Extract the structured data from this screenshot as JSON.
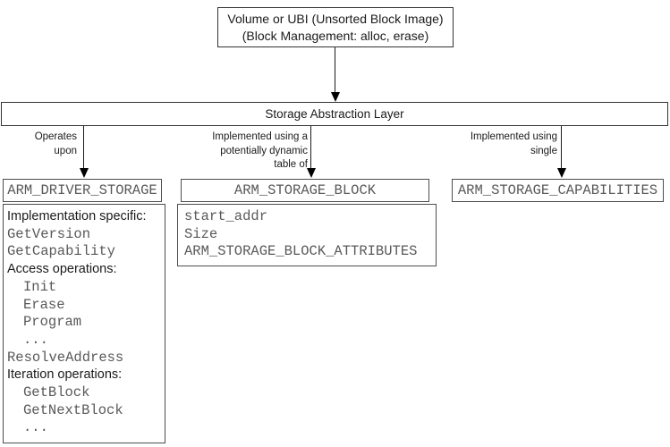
{
  "diagram": {
    "top_box": {
      "line1": "Volume or UBI (Unsorted Block Image)",
      "line2": "(Block Management: alloc, erase)"
    },
    "abstraction_layer": {
      "title": "Storage Abstraction Layer"
    },
    "edges": [
      {
        "target": "ARM_DRIVER_STORAGE",
        "label_lines": [
          "Operates",
          "upon"
        ]
      },
      {
        "target": "ARM_STORAGE_BLOCK",
        "label_lines": [
          "Implemented using a",
          "potentially dynamic",
          "table of"
        ]
      },
      {
        "target": "ARM_STORAGE_CAPABILITIES",
        "label_lines": [
          "Implemented using",
          "single"
        ]
      }
    ],
    "driver_storage": {
      "title": "ARM_DRIVER_STORAGE",
      "lines": [
        {
          "text": "Implementation specific:",
          "style": "label"
        },
        {
          "text": "GetVersion",
          "style": "code"
        },
        {
          "text": "GetCapability",
          "style": "code"
        },
        {
          "text": "Access operations:",
          "style": "label"
        },
        {
          "text": "Init",
          "style": "code-indent"
        },
        {
          "text": "Erase",
          "style": "code-indent"
        },
        {
          "text": "Program",
          "style": "code-indent"
        },
        {
          "text": "...",
          "style": "code-indent"
        },
        {
          "text": "ResolveAddress",
          "style": "code"
        },
        {
          "text": "Iteration operations:",
          "style": "label"
        },
        {
          "text": "GetBlock",
          "style": "code-indent"
        },
        {
          "text": "GetNextBlock",
          "style": "code-indent"
        },
        {
          "text": "...",
          "style": "code-indent"
        }
      ]
    },
    "storage_block": {
      "title": "ARM_STORAGE_BLOCK",
      "lines": [
        "start_addr",
        "Size",
        "ARM_STORAGE_BLOCK_ATTRIBUTES"
      ]
    },
    "storage_capabilities": {
      "title": "ARM_STORAGE_CAPABILITIES"
    }
  },
  "colors": {
    "background": "#ffffff",
    "box_border": "#4d4d4d",
    "code_text": "#595959",
    "label_text": "#1a1a1a",
    "arrow": "#000000"
  }
}
